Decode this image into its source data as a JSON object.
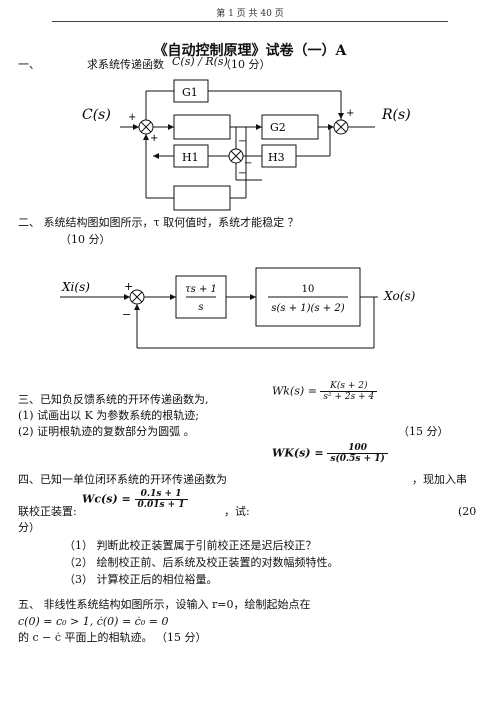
{
  "page_header": "第 1 页 共 40 页",
  "title": "《自动控制原理》试卷（一）A",
  "q1": {
    "number": "一、",
    "text": "求系统传递函数",
    "formula": "C(s) / R(s)",
    "score": "（10 分）",
    "diagram": {
      "output_label": "C(s)",
      "input_label": "R(s)",
      "blocks": {
        "g1": "G1",
        "g2": "G2",
        "h1": "H1",
        "h3": "H3"
      },
      "signs": [
        "+",
        "+",
        "+",
        "−",
        "−",
        "−"
      ]
    }
  },
  "q2": {
    "line1": "二、    系统结构图如图所示，τ 取何值时，系统才能稳定  ？",
    "line2": "（10 分）",
    "diagram": {
      "input_label": "Xi(s)",
      "output_label": "Xo(s)",
      "block1_num": "τs + 1",
      "block1_den": "s",
      "block2_num": "10",
      "block2_den": "s(s + 1)(s + 2)",
      "signs": [
        "+",
        "−"
      ]
    }
  },
  "q3": {
    "line1": "三、已知负反馈系统的开环传递函数为,",
    "formula_lhs": "Wk(s) =",
    "formula_num": "K(s + 2)",
    "formula_den": "s² + 2s + 4",
    "item1": "(1)  试画出以 K 为参数系统的根轨迹;",
    "item2": "(2)  证明根轨迹的复数部分为圆弧    。",
    "score": "（15 分）"
  },
  "q4": {
    "line1": "四、已知一单位闭环系统的开环传递函数为",
    "wk_lhs": "WK(s) =",
    "wk_num": "100",
    "wk_den": "s(0.5s + 1)",
    "tail1": "，现加入串",
    "line2": "联校正装置:",
    "wc_lhs": "Wc(s) =",
    "wc_num": "0.1s + 1",
    "wc_den": "0.01s + 1",
    "tail2": "，试:",
    "score_num": "(20",
    "score_tail": "分）",
    "items": [
      "（1）  判断此校正装置属于引前校正还是迟后校正？",
      "（2）  绘制校正前、后系统及校正装置的对数幅频特性。",
      "（3）  计算校正后的相位裕量。"
    ]
  },
  "q5": {
    "line1": "五、  非线性系统结构如图所示，设输入 r=0，绘制起始点在",
    "line2": "c(0) = c₀ > 1,  ċ(0) = ċ₀ = 0",
    "line3": "的 c − ċ 平面上的相轨迹。     （15 分）"
  }
}
